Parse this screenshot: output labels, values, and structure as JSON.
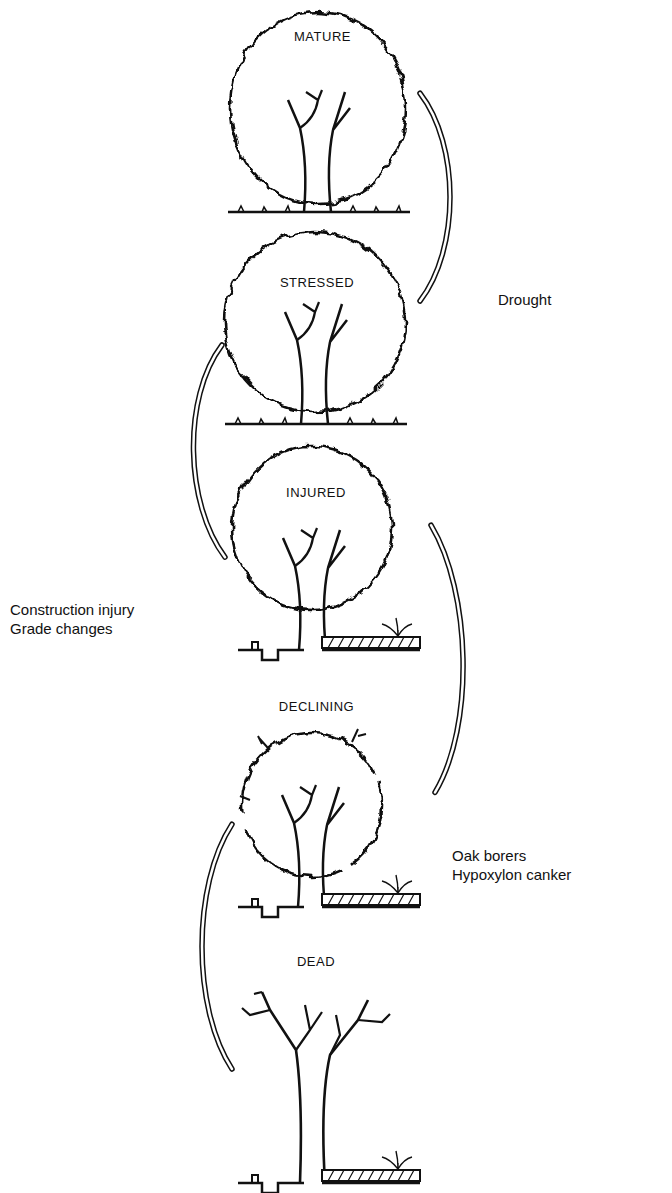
{
  "diagram": {
    "nodes": [
      {
        "text": [
          "MATURE"
        ]
      },
      {
        "text": [
          "STRESSED"
        ]
      },
      {
        "text": [
          "INJURED"
        ]
      },
      {
        "text": [
          "DECLINING"
        ]
      },
      {
        "text": [
          "DEAD"
        ]
      }
    ],
    "edges": [
      {
        "from": 0,
        "to": 1,
        "arrow": "none",
        "label": "Drought"
      },
      {
        "from": 1,
        "to": 2,
        "arrow": "none",
        "label": "Construction injury Grade changes"
      },
      {
        "from": 2,
        "to": 3,
        "arrow": "none",
        "label": "Oak borers Hypoxylon canker"
      },
      {
        "from": 3,
        "to": 4,
        "arrow": "none"
      }
    ]
  }
}
